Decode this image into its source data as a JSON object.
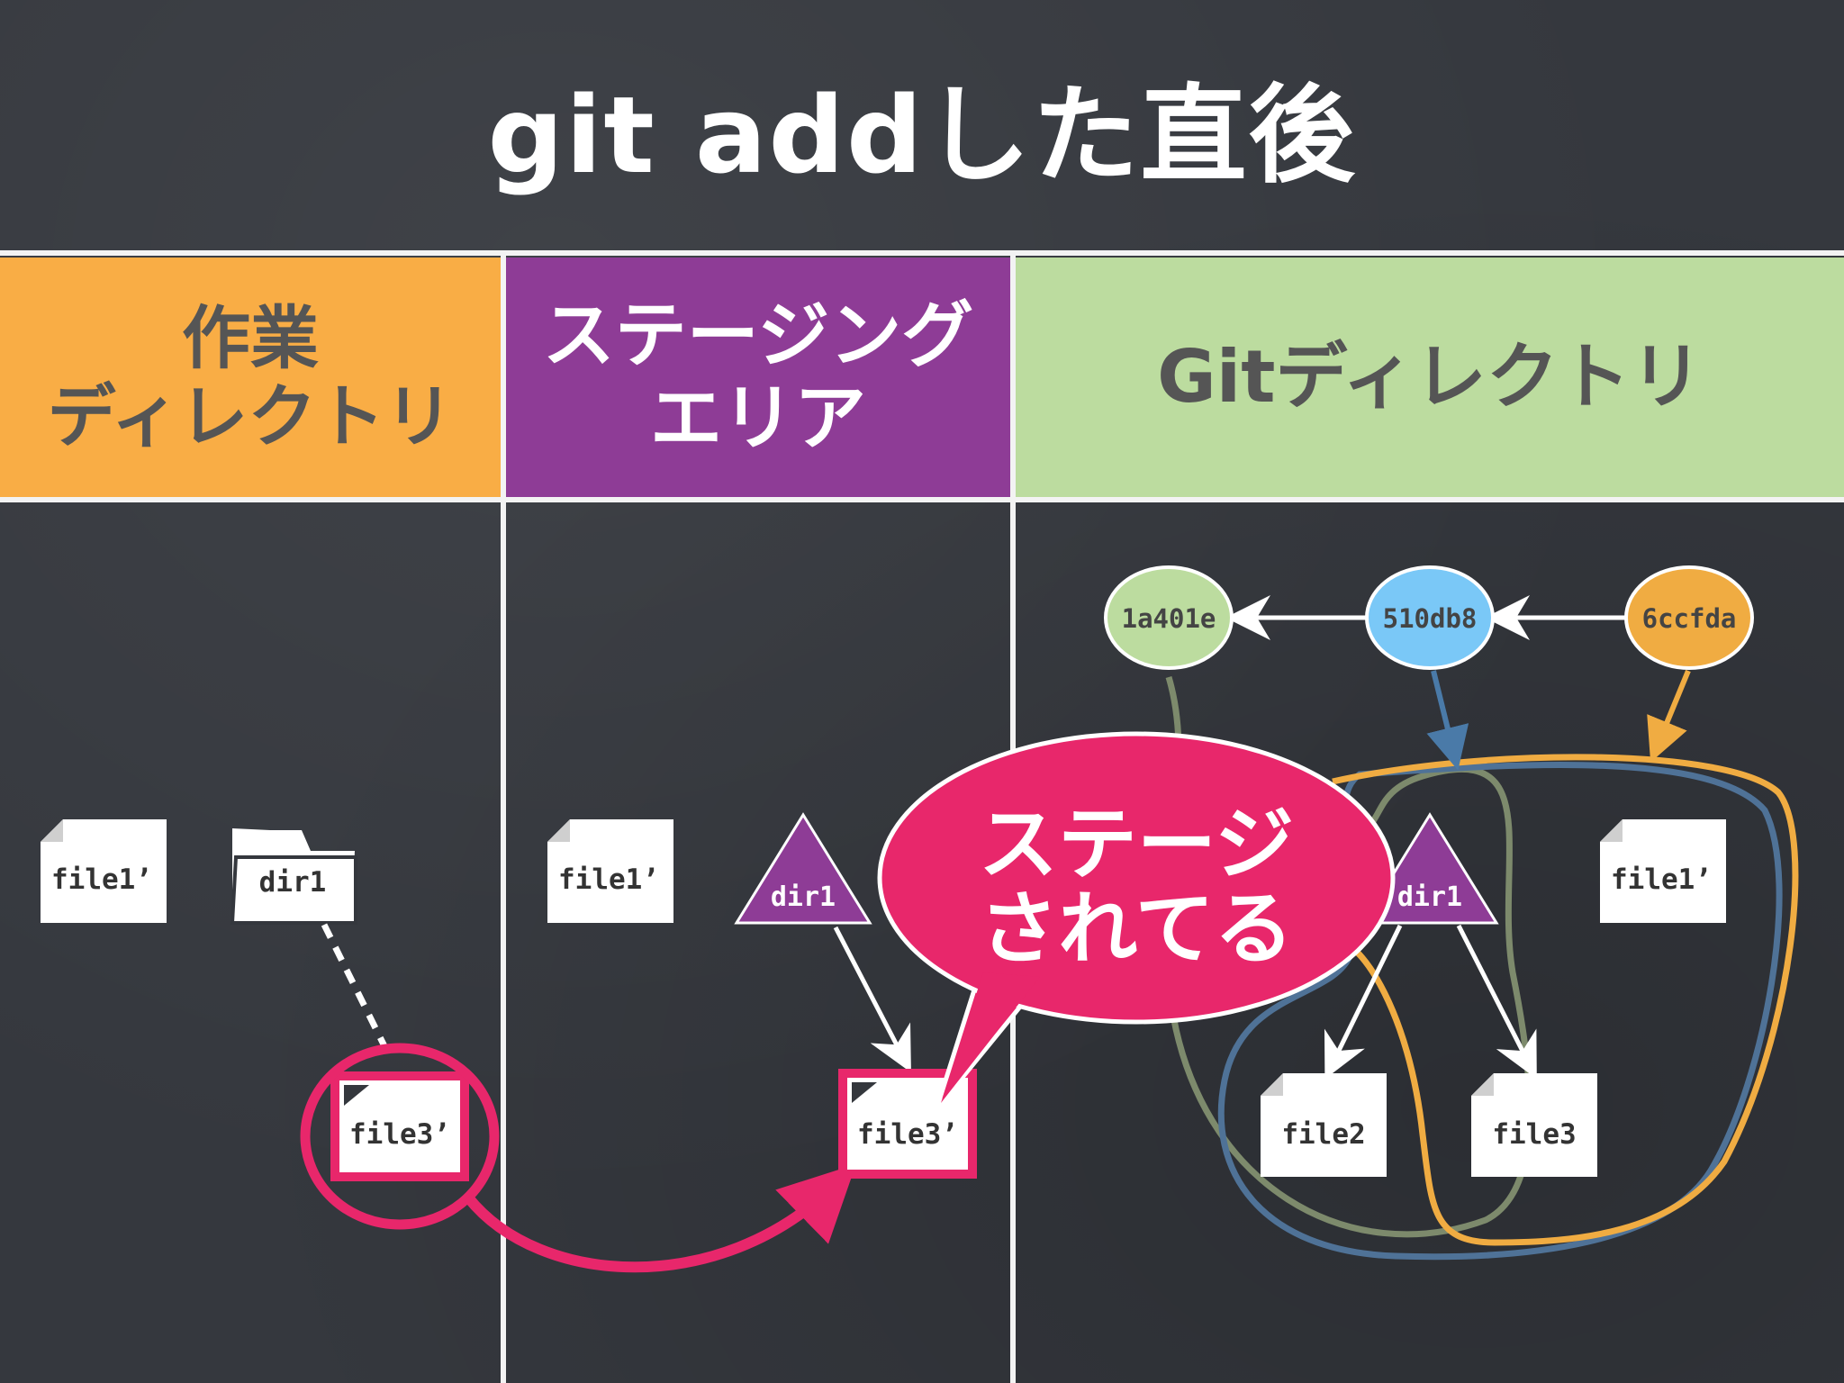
{
  "title": "git addした直後",
  "headers": {
    "working_directory": [
      "作業",
      "ディレクトリ"
    ],
    "staging_area": [
      "ステージング",
      "エリア"
    ],
    "git_directory": [
      "Gitディレクトリ"
    ]
  },
  "working": {
    "file1": "file1’",
    "dir1": "dir1",
    "file3": "file3’"
  },
  "staging": {
    "file1": "file1’",
    "dir1": "dir1",
    "file3": "file3’"
  },
  "repository": {
    "commits": [
      "1a401e",
      "510db8",
      "6ccfda"
    ],
    "dir1": "dir1",
    "file1": "file1’",
    "file2": "file2",
    "file3": "file3"
  },
  "callout": [
    "ステージ",
    "されてる"
  ],
  "colors": {
    "background": "#35383e",
    "working_header": "#f9ad45",
    "staging_header": "#8e3c96",
    "git_header": "#bcdc9f",
    "highlight": "#e8276b",
    "commit_1a401e": "#bcdc9f",
    "commit_510db8": "#7ac8f7",
    "commit_6ccfda": "#f0ac42",
    "tree_purple": "#8e3c96"
  }
}
